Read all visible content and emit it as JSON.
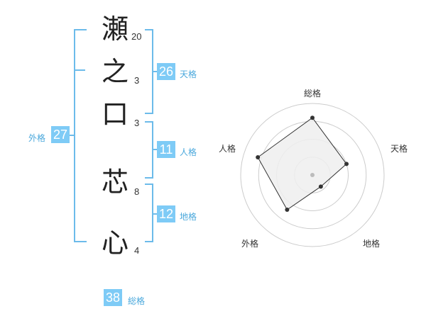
{
  "name_chars": [
    {
      "char": "瀬",
      "strokes": "20"
    },
    {
      "char": "之",
      "strokes": "3"
    },
    {
      "char": "口",
      "strokes": "3"
    },
    {
      "char": "芯",
      "strokes": "8"
    },
    {
      "char": "心",
      "strokes": "4"
    }
  ],
  "kaku": {
    "tenkaku": {
      "label": "天格",
      "value": "26"
    },
    "jinkaku": {
      "label": "人格",
      "value": "11"
    },
    "chikaku": {
      "label": "地格",
      "value": "12"
    },
    "gaikaku": {
      "label": "外格",
      "value": "27"
    },
    "soukaku": {
      "label": "総格",
      "value": "38"
    }
  },
  "chart_data": {
    "type": "radar",
    "axes": [
      "総格",
      "天格",
      "地格",
      "外格",
      "人格"
    ],
    "values": [
      0.8,
      0.5,
      0.2,
      0.6,
      0.8
    ],
    "rmax": 1,
    "rings": 4,
    "colors": {
      "fill": "#efefef",
      "line": "#333333",
      "ring": "#cccccc",
      "point": "#333333",
      "center": "#bbbbbb"
    }
  }
}
